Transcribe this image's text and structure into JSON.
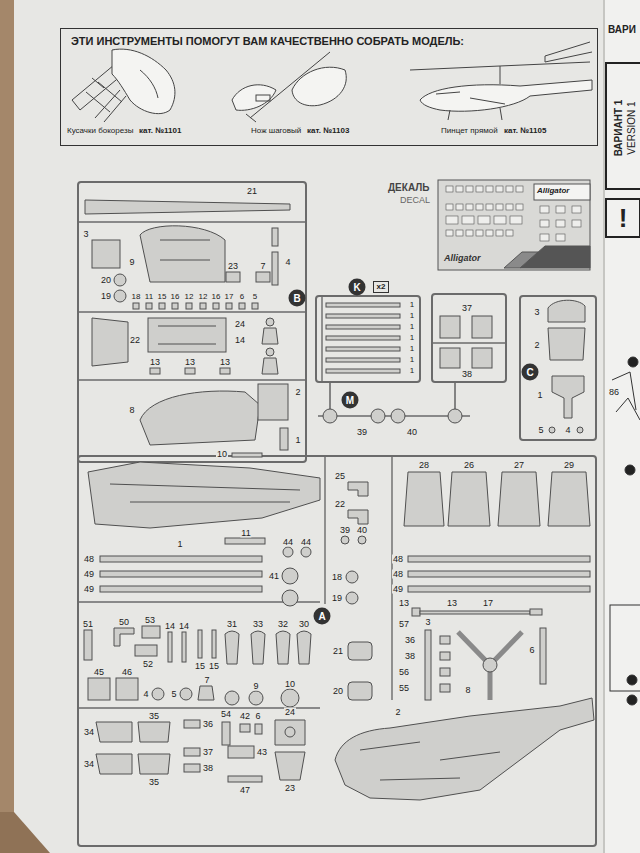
{
  "diagram": {
    "nodes": [
      {
        "text": [
          "ЭТИ ИНСТРУМЕНТЫ ПОМОГУТ ВАМ КАЧЕСТВЕННО СОБРАТЬ МОДЕЛЬ:",
          "Кусачки бокорезы",
          "кат. №1101",
          "Нож шаговый",
          "кат. №1103",
          "Пинцет прямой",
          "кат. №1105"
        ]
      },
      {
        "text": [
          "ВАРИАНТ 1",
          "VERSION 1"
        ]
      },
      {
        "text": [
          "!"
        ]
      },
      {
        "text": [
          "ДЕКАЛЬ",
          "DECAL",
          "Alligator",
          "Alligator"
        ]
      },
      {
        "text": [
          "B"
        ]
      },
      {
        "text": [
          "K"
        ]
      },
      {
        "text": [
          "x2"
        ]
      },
      {
        "text": [
          "M"
        ]
      },
      {
        "text": [
          "C"
        ]
      },
      {
        "text": [
          "A"
        ]
      }
    ],
    "labels": [
      "ВАРИ",
      "21",
      "3",
      "9",
      "4",
      "20",
      "23",
      "7",
      "19",
      "18",
      "11",
      "15",
      "16",
      "12",
      "12",
      "16",
      "17",
      "6",
      "5",
      "22",
      "24",
      "14",
      "13",
      "13",
      "13",
      "8",
      "2",
      "1",
      "10",
      "1",
      "1",
      "1",
      "1",
      "1",
      "1",
      "1",
      "37",
      "38",
      "39",
      "40",
      "3",
      "2",
      "1",
      "5",
      "4",
      "86",
      "1",
      "11",
      "25",
      "22",
      "28",
      "26",
      "27",
      "29",
      "48",
      "49",
      "49",
      "44",
      "44",
      "41",
      "39",
      "40",
      "18",
      "19",
      "48",
      "48",
      "49",
      "13",
      "13",
      "17",
      "51",
      "50",
      "53",
      "52",
      "14",
      "14",
      "15",
      "15",
      "31",
      "33",
      "32",
      "30",
      "21",
      "20",
      "57",
      "3",
      "36",
      "38",
      "56",
      "55",
      "6",
      "8",
      "45",
      "46",
      "4",
      "5",
      "7",
      "9",
      "10",
      "34",
      "35",
      "34",
      "35",
      "36",
      "37",
      "38",
      "54",
      "42",
      "6",
      "43",
      "47",
      "24",
      "23",
      "2"
    ]
  }
}
